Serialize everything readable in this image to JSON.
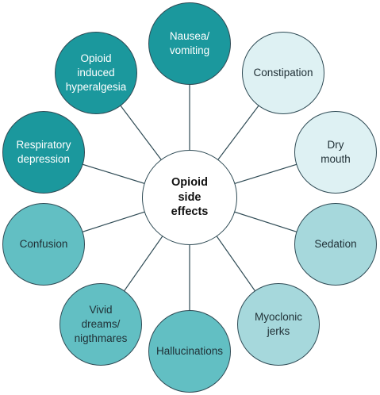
{
  "center": {
    "label": "Opioid\nside\neffects"
  },
  "colors": {
    "dark_teal": "#1b989d",
    "medium_teal": "#62bfc3",
    "light_teal": "#a6d8dc",
    "pale_teal": "#def1f3",
    "outline": "#2f4b55"
  },
  "nodes": [
    {
      "id": "nausea",
      "label": "Nausea/\nvomiting",
      "shade": "dark_teal"
    },
    {
      "id": "constipation",
      "label": "Constipation",
      "shade": "pale_teal"
    },
    {
      "id": "dry-mouth",
      "label": "Dry\nmouth",
      "shade": "pale_teal"
    },
    {
      "id": "sedation",
      "label": "Sedation",
      "shade": "light_teal"
    },
    {
      "id": "myoclonic-jerks",
      "label": "Myoclonic\njerks",
      "shade": "light_teal"
    },
    {
      "id": "hallucinations",
      "label": "Hallucinations",
      "shade": "medium_teal"
    },
    {
      "id": "vivid-dreams",
      "label": "Vivid\ndreams/\nnigthmares",
      "shade": "medium_teal"
    },
    {
      "id": "confusion",
      "label": "Confusion",
      "shade": "medium_teal"
    },
    {
      "id": "respiratory-depression",
      "label": "Respiratory\ndepression",
      "shade": "dark_teal"
    },
    {
      "id": "hyperalgesia",
      "label": "Opioid\ninduced\nhyperalgesia",
      "shade": "dark_teal"
    }
  ]
}
